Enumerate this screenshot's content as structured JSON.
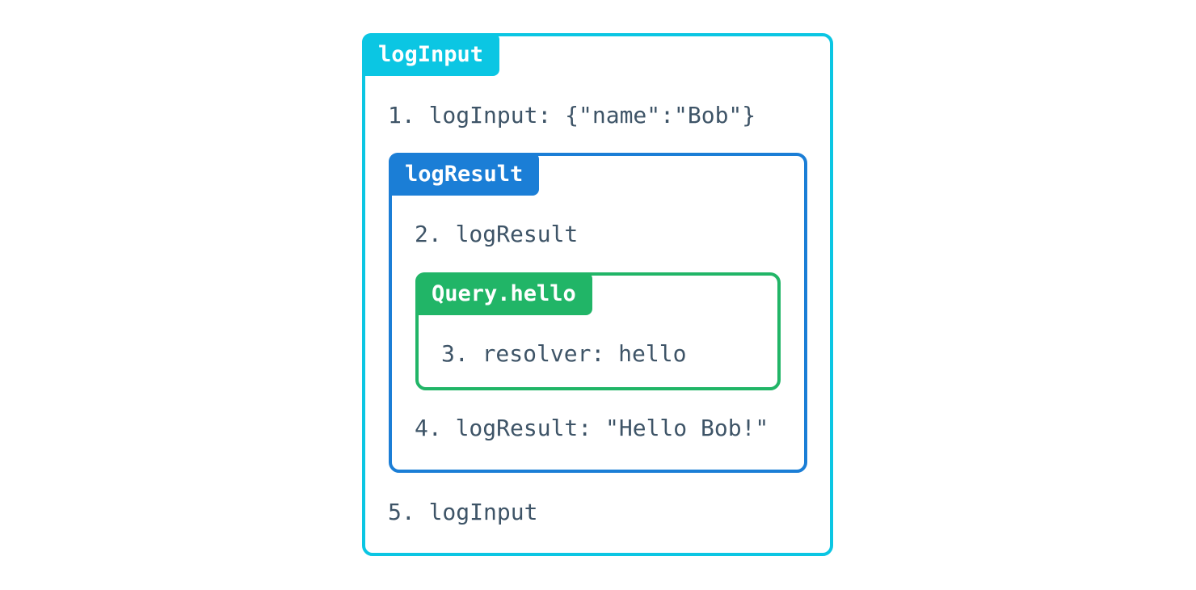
{
  "colors": {
    "cyan": "#0bc6e3",
    "blue": "#1b7ed6",
    "green": "#21b567",
    "text": "#3e5467",
    "background": "#ffffff",
    "label_text": "#ffffff"
  },
  "diagram": {
    "outer_box": {
      "label": "logInput",
      "step_enter": "1. logInput: {\"name\":\"Bob\"}",
      "step_exit": "5. logInput"
    },
    "middle_box": {
      "label": "logResult",
      "step_enter": "2. logResult",
      "step_exit": "4. logResult: \"Hello Bob!\""
    },
    "inner_box": {
      "label": "Query.hello",
      "step": "3. resolver: hello"
    }
  }
}
